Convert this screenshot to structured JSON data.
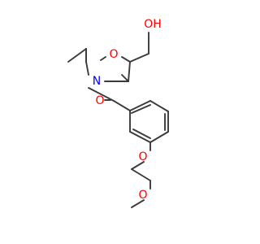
{
  "molecule": {
    "atoms": {
      "ring_oxygen": "O",
      "ring_nitrogen": "N",
      "carbonyl_oxygen": "O",
      "hydroxyl": "OH",
      "ether_oxygen_1": "O",
      "ether_oxygen_2": "O"
    },
    "colors": {
      "bond": "#3a3a3a",
      "oxygen": "#ff0000",
      "nitrogen": "#0000ff"
    }
  }
}
